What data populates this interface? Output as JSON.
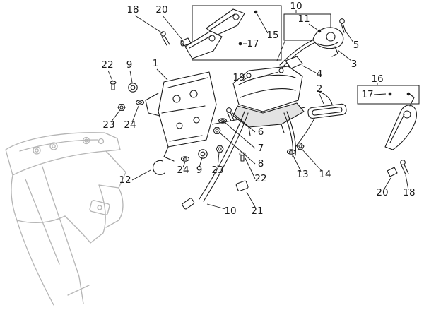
{
  "colors": {
    "line": "#1a1a1a",
    "sketch": "#b5b5b5",
    "shade": "#e3e3e3",
    "background": "#ffffff"
  },
  "callouts": [
    "18",
    "20",
    "10",
    "11",
    "15",
    "17",
    "5",
    "3",
    "22",
    "9",
    "1",
    "19",
    "4",
    "2",
    "16",
    "17",
    "23",
    "24",
    "6",
    "7",
    "8",
    "22",
    "24",
    "9",
    "23",
    "12",
    "13",
    "14",
    "10",
    "21",
    "20",
    "18"
  ]
}
